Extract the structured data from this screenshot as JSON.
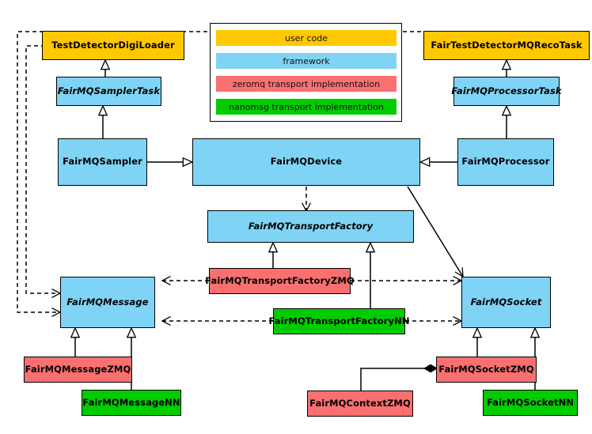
{
  "diagram": {
    "title": "FairMQ class hierarchy",
    "type": "uml-class-diagram"
  },
  "colors": {
    "user_code": "#FFC800",
    "framework": "#7FD4F5",
    "zeromq": "#FA7070",
    "nanomsg": "#00CC00",
    "stroke": "#000000",
    "background": "#FFFFFF"
  },
  "legend": {
    "items": [
      {
        "label": "user code",
        "color": "#FFC800"
      },
      {
        "label": "framework",
        "color": "#7FD4F5"
      },
      {
        "label": "zeromq transport implementation",
        "color": "#FA7070"
      },
      {
        "label": "nanomsg transport implementation",
        "color": "#00CC00"
      }
    ]
  },
  "nodes": {
    "test_detector_digi_loader": {
      "label": "TestDetectorDigiLoader",
      "category": "user code",
      "abstract": false
    },
    "fairmq_sampler_task": {
      "label": "FairMQSamplerTask",
      "category": "framework",
      "abstract": true
    },
    "fairmq_sampler": {
      "label": "FairMQSampler",
      "category": "framework",
      "abstract": false
    },
    "fairmq_device": {
      "label": "FairMQDevice",
      "category": "framework",
      "abstract": false
    },
    "fairmq_processor": {
      "label": "FairMQProcessor",
      "category": "framework",
      "abstract": false
    },
    "fairmq_processor_task": {
      "label": "FairMQProcessorTask",
      "category": "framework",
      "abstract": true
    },
    "fair_test_detector_mq_reco_task": {
      "label": "FairTestDetectorMQRecoTask",
      "category": "user code",
      "abstract": false
    },
    "fairmq_transport_factory": {
      "label": "FairMQTransportFactory",
      "category": "framework",
      "abstract": true
    },
    "fairmq_transport_factory_zmq": {
      "label": "FairMQTransportFactoryZMQ",
      "category": "zeromq",
      "abstract": false
    },
    "fairmq_transport_factory_nn": {
      "label": "FairMQTransportFactoryNN",
      "category": "nanomsg",
      "abstract": false
    },
    "fairmq_message": {
      "label": "FairMQMessage",
      "category": "framework",
      "abstract": true
    },
    "fairmq_socket": {
      "label": "FairMQSocket",
      "category": "framework",
      "abstract": true
    },
    "fairmq_message_zmq": {
      "label": "FairMQMessageZMQ",
      "category": "zeromq",
      "abstract": false
    },
    "fairmq_message_nn": {
      "label": "FairMQMessageNN",
      "category": "nanomsg",
      "abstract": false
    },
    "fairmq_socket_zmq": {
      "label": "FairMQSocketZMQ",
      "category": "zeromq",
      "abstract": false
    },
    "fairmq_socket_nn": {
      "label": "FairMQSocketNN",
      "category": "nanomsg",
      "abstract": false
    },
    "fairmq_context_zmq": {
      "label": "FairMQContextZMQ",
      "category": "zeromq",
      "abstract": false
    }
  }
}
